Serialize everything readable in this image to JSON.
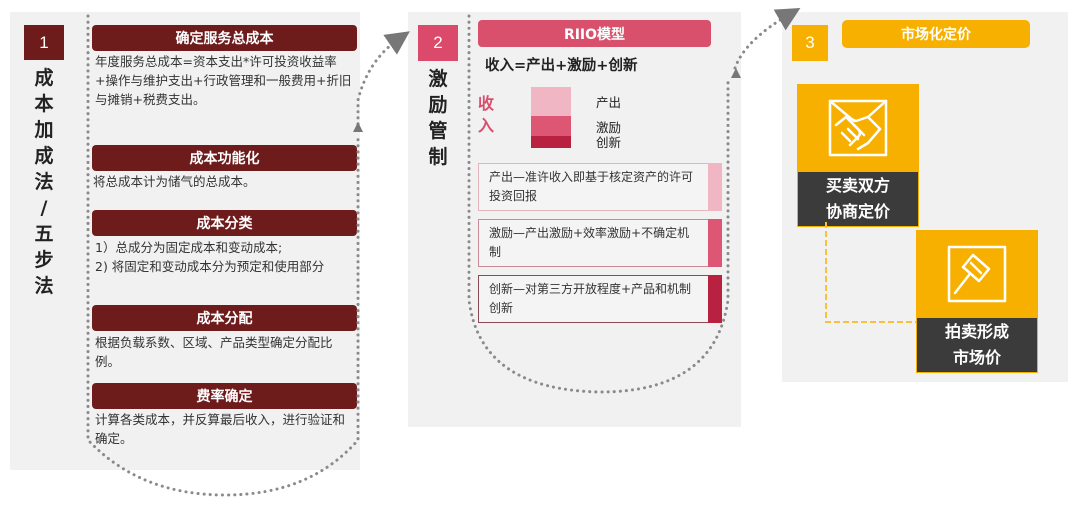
{
  "section1": {
    "number": "1",
    "title_chars": [
      "成",
      "本",
      "加",
      "成",
      "法",
      "/",
      "五",
      "步",
      "法"
    ],
    "steps": [
      {
        "header": "确定服务总成本",
        "body": "年度服务总成本=资本支出*许可投资收益率+操作与维护支出+行政管理和一般费用+折旧与摊销+税费支出。"
      },
      {
        "header": "成本功能化",
        "body": "将总成本计为储气的总成本。"
      },
      {
        "header": "成本分类",
        "body_lines": [
          "1）总成分为固定成本和变动成本;",
          "2) 将固定和变动成本分为预定和使用部分"
        ]
      },
      {
        "header": "成本分配",
        "body": "根据负载系数、区域、产品类型确定分配比例。"
      },
      {
        "header": "费率确定",
        "body": "计算各类成本，并反算最后收入，进行验证和确定。"
      }
    ],
    "colors": {
      "accent": "#6e1b1c"
    }
  },
  "section2": {
    "number": "2",
    "title_chars": [
      "激",
      "励",
      "管",
      "制"
    ],
    "header": "RIIO模型",
    "formula": "收入=产出+激励+创新",
    "revenue_label_chars": [
      "收",
      "入"
    ],
    "stack_labels": [
      "产出",
      "激励",
      "创新"
    ],
    "definitions": [
      {
        "text": "产出—准许收入即基于核定资产的许可投资回报",
        "color": "#f0b6c4"
      },
      {
        "text": "激励—产出激励+效率激励+不确定机制",
        "color": "#dd5673"
      },
      {
        "text": "创新—对第三方开放程度+产品和机制创新",
        "color": "#b8213f"
      }
    ],
    "colors": {
      "accent": "#d8506c"
    }
  },
  "section3": {
    "number": "3",
    "header": "市场化定价",
    "cards": [
      {
        "icon": "handshake-icon",
        "label_lines": [
          "买卖双方",
          "协商定价"
        ]
      },
      {
        "icon": "gavel-icon",
        "label_lines": [
          "拍卖形成",
          "市场价"
        ]
      }
    ],
    "colors": {
      "accent": "#f7b000",
      "dark": "#3b3b3b"
    }
  }
}
